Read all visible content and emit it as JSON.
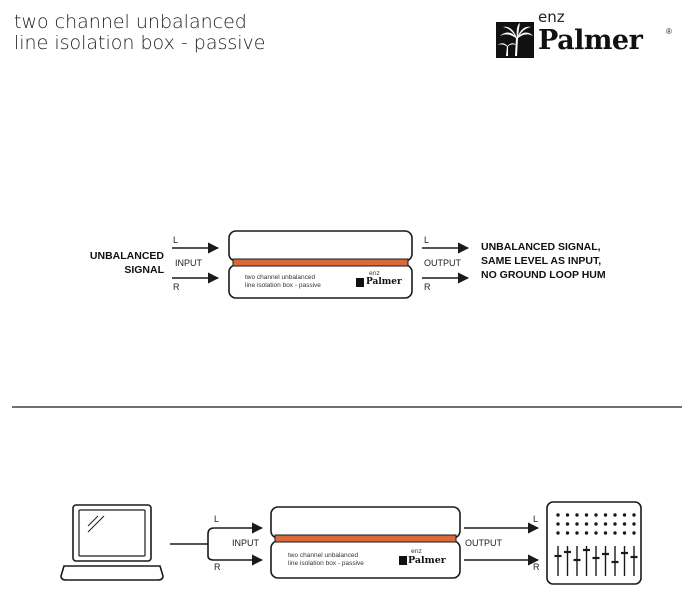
{
  "header": {
    "title_line1": "two channel unbalanced",
    "title_line2": "line isolation box - passive",
    "brand_prefix": "enz",
    "brand_name": "Palmer",
    "registered": "®"
  },
  "top_diagram": {
    "input_source_line1": "UNBALANCED",
    "input_source_line2": "SIGNAL",
    "input_label": "INPUT",
    "output_label": "OUTPUT",
    "left_channel": "L",
    "right_channel": "R",
    "result_line1": "UNBALANCED SIGNAL,",
    "result_line2": "SAME LEVEL AS INPUT,",
    "result_line3": "NO GROUND LOOP HUM",
    "box_text_line1": "two channel unbalanced",
    "box_text_line2": "line isolation box - passive",
    "box_brand_prefix": "enz",
    "box_brand_name": "Palmer"
  },
  "bottom_diagram": {
    "input_label": "INPUT",
    "output_label": "OUTPUT",
    "left_channel": "L",
    "right_channel": "R",
    "box_text_line1": "two channel unbalanced",
    "box_text_line2": "line isolation box - passive",
    "box_brand_prefix": "enz",
    "box_brand_name": "Palmer",
    "source_icon": "laptop-icon",
    "destination_icon": "mixing-console-icon"
  },
  "colors": {
    "accent_strip": "#d9683a",
    "line": "#1a1a1a"
  }
}
